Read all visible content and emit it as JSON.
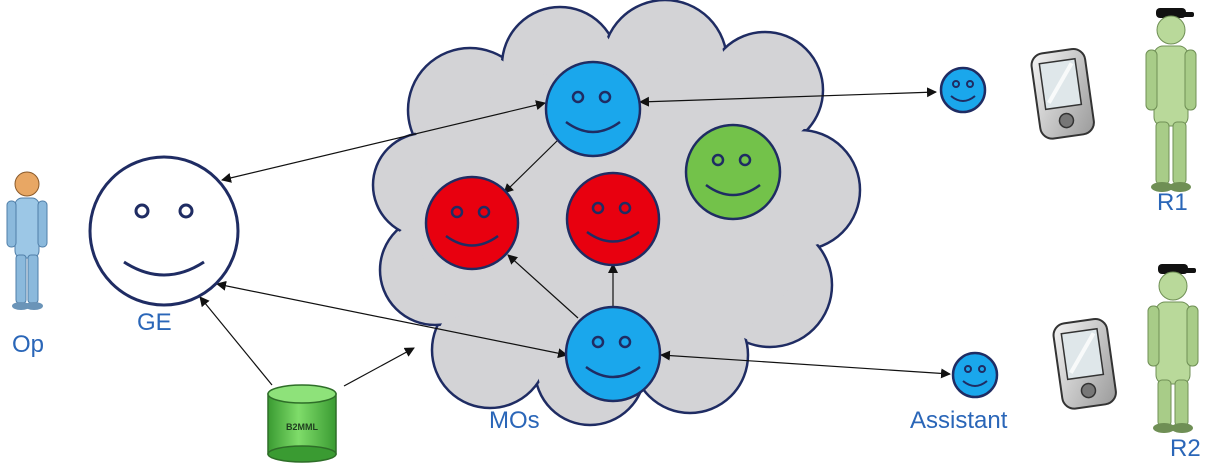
{
  "labels": {
    "op": "Op",
    "ge": "GE",
    "mos": "MOs",
    "assistant": "Assistant",
    "r1": "R1",
    "r2": "R2",
    "db": "B2MML"
  },
  "colors": {
    "label_blue": "#2a66b8",
    "agent_blue": "#1aa7ec",
    "agent_red": "#e8000f",
    "agent_green": "#73c24a",
    "cloud_gray": "#d3d3d6",
    "outline_navy": "#1f2c63",
    "db_green": "#58c04a",
    "person_green": "#b9d99a",
    "person_blue": "#9cc7e6"
  },
  "icons": [
    "operator-person-icon",
    "ge-smiley-icon",
    "b2mml-database-icon",
    "mos-cloud-icon",
    "pda-device-icon",
    "resource-person-icon"
  ]
}
